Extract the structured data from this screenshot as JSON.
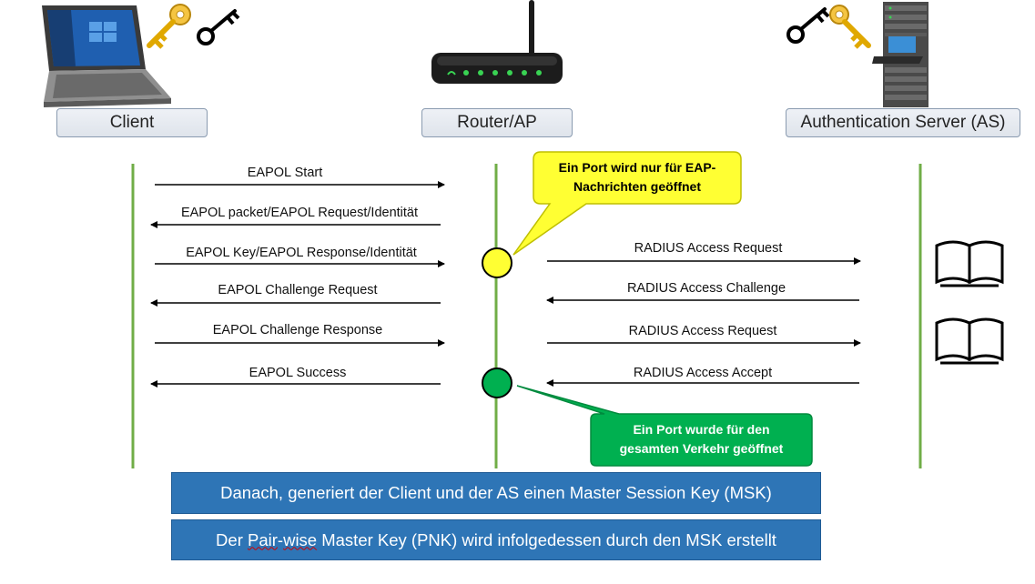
{
  "entities": {
    "client": "Client",
    "router": "Router/AP",
    "server": "Authentication Server (AS)"
  },
  "client_messages": [
    "EAPOL Start",
    "EAPOL packet/EAPOL Request/Identität",
    "EAPOL Key/EAPOL Response/Identität",
    "EAPOL Challenge Request",
    "EAPOL Challenge Response",
    "EAPOL Success"
  ],
  "server_messages": [
    "RADIUS Access Request",
    "RADIUS Access Challenge",
    "RADIUS Access Request",
    "RADIUS Access Accept"
  ],
  "notes": {
    "yellow_line1": "Ein Port wird nur für EAP-",
    "yellow_line2": "Nachrichten geöffnet",
    "green_line1": "Ein Port wurde für den",
    "green_line2": "gesamten Verkehr geöffnet"
  },
  "banners": {
    "line1": "Danach, generiert der Client und der AS einen Master Session Key (MSK)",
    "line2_pre": "Der ",
    "line2_pair": "Pair",
    "line2_dash": "-",
    "line2_wise": "wise",
    "line2_post": " Master Key (PNK) wird infolgedessen durch den MSK erstellt"
  },
  "colors": {
    "lifeline": "#70ad47",
    "yellow_note": "#ffff33",
    "green_note": "#00b050",
    "banner": "#2e75b6"
  },
  "icons": [
    "laptop-icon",
    "gold-key-icon",
    "black-key-icon",
    "router-icon",
    "server-rack-icon",
    "open-book-icon"
  ]
}
